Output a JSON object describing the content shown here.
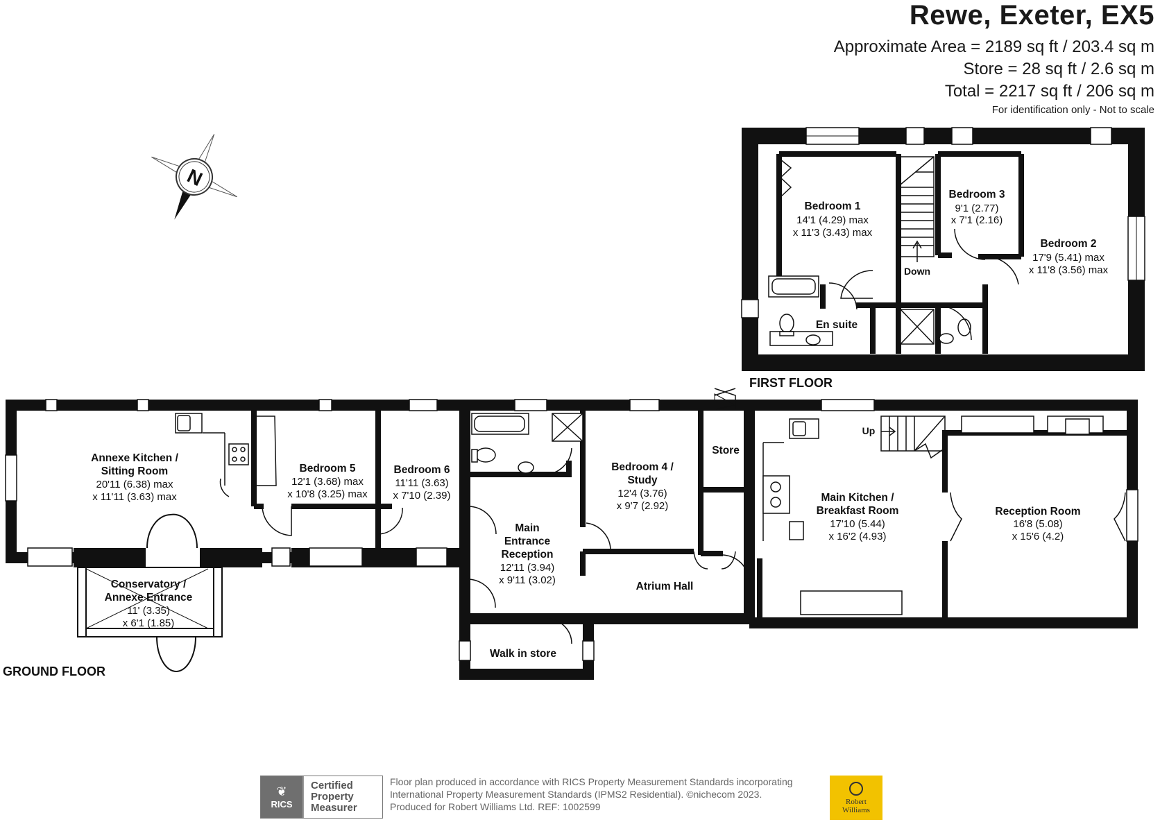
{
  "header": {
    "title": "Rewe, Exeter, EX5",
    "area_approx": "Approximate Area = 2189 sq ft / 203.4 sq m",
    "area_store": "Store = 28 sq ft / 2.6 sq m",
    "area_total": "Total = 2217 sq ft / 206 sq m",
    "note": "For identification only - Not to scale"
  },
  "compass": {
    "letter": "N"
  },
  "floors": {
    "first": "FIRST FLOOR",
    "ground": "GROUND FLOOR"
  },
  "first_floor_rooms": {
    "bedroom1": {
      "name": "Bedroom 1",
      "dim1": "14'1 (4.29) max",
      "dim2": "x 11'3 (3.43) max"
    },
    "bedroom3": {
      "name": "Bedroom 3",
      "dim1": "9'1 (2.77)",
      "dim2": "x 7'1 (2.16)"
    },
    "bedroom2": {
      "name": "Bedroom 2",
      "dim1": "17'9 (5.41) max",
      "dim2": "x 11'8 (3.56) max"
    },
    "ensuite": {
      "name": "En suite"
    },
    "down": "Down"
  },
  "ground_floor_rooms": {
    "annexe_kitchen": {
      "name1": "Annexe Kitchen /",
      "name2": "Sitting Room",
      "dim1": "20'11 (6.38) max",
      "dim2": "x 11'11 (3.63) max"
    },
    "bedroom5": {
      "name": "Bedroom 5",
      "dim1": "12'1 (3.68) max",
      "dim2": "x 10'8 (3.25) max"
    },
    "bedroom6": {
      "name": "Bedroom 6",
      "dim1": "11'11 (3.63)",
      "dim2": "x 7'10 (2.39)"
    },
    "main_entrance": {
      "name1": "Main",
      "name2": "Entrance",
      "name3": "Reception",
      "dim1": "12'11 (3.94)",
      "dim2": "x 9'11 (3.02)"
    },
    "bedroom4": {
      "name1": "Bedroom 4 /",
      "name2": "Study",
      "dim1": "12'4 (3.76)",
      "dim2": "x 9'7 (2.92)"
    },
    "store": {
      "name": "Store"
    },
    "atrium": {
      "name": "Atrium Hall"
    },
    "main_kitchen": {
      "name1": "Main Kitchen /",
      "name2": "Breakfast Room",
      "dim1": "17'10 (5.44)",
      "dim2": "x 16'2 (4.93)"
    },
    "reception": {
      "name": "Reception Room",
      "dim1": "16'8 (5.08)",
      "dim2": "x 15'6 (4.2)"
    },
    "conservatory": {
      "name1": "Conservatory /",
      "name2": "Annexe Entrance",
      "dim1": "11' (3.35)",
      "dim2": "x 6'1 (1.85)"
    },
    "walkin": {
      "name": "Walk in store"
    },
    "up": "Up"
  },
  "footer": {
    "rics_label": "RICS",
    "badge_line1": "Certified",
    "badge_line2": "Property",
    "badge_line3": "Measurer",
    "line1": "Floor plan produced in accordance with RICS Property Measurement Standards incorporating",
    "line2": "International Property Measurement Standards (IPMS2 Residential).  ©nichecom 2023.",
    "line3": "Produced for Robert Williams Ltd.   REF:  1002599",
    "logo_line1": "Robert",
    "logo_line2": "Williams"
  },
  "colors": {
    "wall": "#111111",
    "window": "#ffffff",
    "logo": "#f2c200"
  }
}
